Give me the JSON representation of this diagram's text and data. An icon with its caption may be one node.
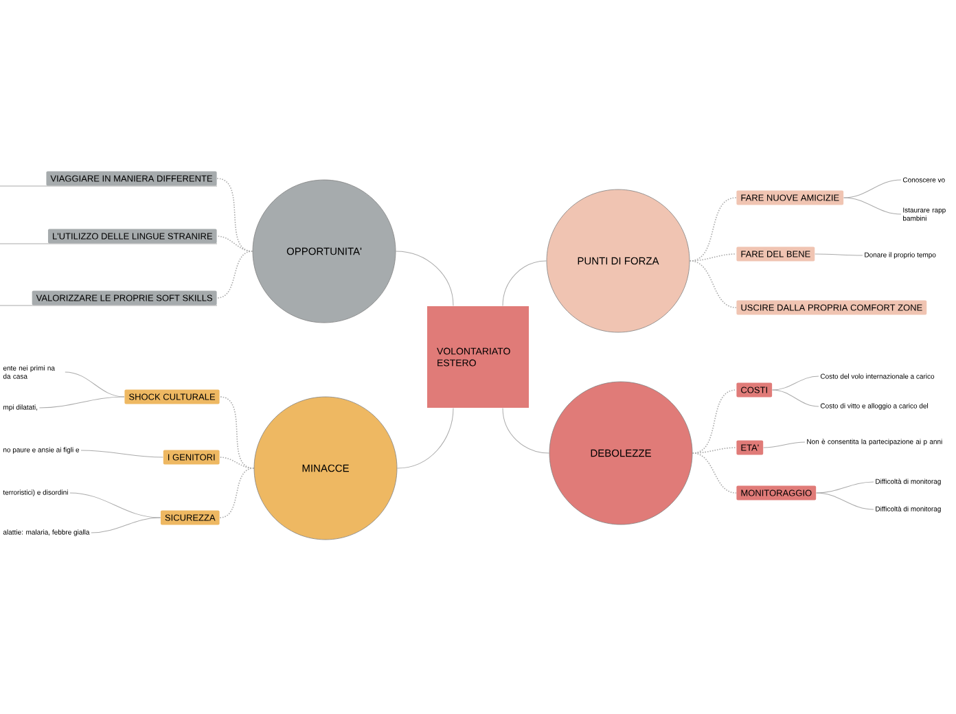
{
  "diagram": {
    "nodes": [
      {
        "text": [
          "VOLONTARIATO ESTERO"
        ]
      },
      {
        "text": [
          "OPPORTUNITA'"
        ]
      },
      {
        "text": [
          "VIAGGIARE IN MANIERA DIFFERENTE"
        ]
      },
      {
        "text": [
          "L'UTILIZZO DELLE LINGUE STRANIRE"
        ]
      },
      {
        "text": [
          "VALORIZZARE LE PROPRIE SOFT SKILLS"
        ]
      },
      {
        "text": [
          "PUNTI DI FORZA"
        ]
      },
      {
        "text": [
          "FARE NUOVE AMICIZIE"
        ]
      },
      {
        "text": [
          "Conoscere vo"
        ]
      },
      {
        "text": [
          "Istaurare rapp bambini"
        ]
      },
      {
        "text": [
          "FARE DEL BENE"
        ]
      },
      {
        "text": [
          "Donare il proprio tempo"
        ]
      },
      {
        "text": [
          "USCIRE DALLA PROPRIA COMFORT ZONE"
        ]
      },
      {
        "text": [
          "MINACCE"
        ]
      },
      {
        "text": [
          "SHOCK CULTURALE"
        ]
      },
      {
        "text": [
          "ente nei primi na da casa"
        ]
      },
      {
        "text": [
          "mpi dilatati,"
        ]
      },
      {
        "text": [
          "I GENITORI"
        ]
      },
      {
        "text": [
          "no paure e ansie ai figli e"
        ]
      },
      {
        "text": [
          "SICUREZZA"
        ]
      },
      {
        "text": [
          "terroristici) e disordini"
        ]
      },
      {
        "text": [
          "alattie: malaria, febbre gialla"
        ]
      },
      {
        "text": [
          "DEBOLEZZE"
        ]
      },
      {
        "text": [
          "COSTI"
        ]
      },
      {
        "text": [
          "Costo del volo internazionale a carico"
        ]
      },
      {
        "text": [
          "Costo di vitto e alloggio a carico del"
        ]
      },
      {
        "text": [
          "ETA'"
        ]
      },
      {
        "text": [
          "Non è consentita la partecipazione ai p anni"
        ]
      },
      {
        "text": [
          "MONITORAGGIO"
        ]
      },
      {
        "text": [
          "Difficoltà di monitorag"
        ]
      },
      {
        "text": [
          "Difficoltà di monitorag"
        ]
      }
    ],
    "edges": [
      {
        "from": 0,
        "to": 1,
        "arrow": "none"
      },
      {
        "from": 0,
        "to": 5,
        "arrow": "none"
      },
      {
        "from": 0,
        "to": 12,
        "arrow": "none"
      },
      {
        "from": 0,
        "to": 21,
        "arrow": "none"
      },
      {
        "from": 1,
        "to": 2,
        "arrow": "none",
        "style": "dashed"
      },
      {
        "from": 1,
        "to": 3,
        "arrow": "none",
        "style": "dashed"
      },
      {
        "from": 1,
        "to": 4,
        "arrow": "none",
        "style": "dashed"
      },
      {
        "from": 5,
        "to": 6,
        "arrow": "none",
        "style": "dashed"
      },
      {
        "from": 5,
        "to": 9,
        "arrow": "none",
        "style": "dashed"
      },
      {
        "from": 5,
        "to": 11,
        "arrow": "none",
        "style": "dashed"
      },
      {
        "from": 6,
        "to": 7,
        "arrow": "none"
      },
      {
        "from": 6,
        "to": 8,
        "arrow": "none"
      },
      {
        "from": 9,
        "to": 10,
        "arrow": "none"
      },
      {
        "from": 12,
        "to": 13,
        "arrow": "none",
        "style": "dashed"
      },
      {
        "from": 12,
        "to": 16,
        "arrow": "none",
        "style": "dashed"
      },
      {
        "from": 12,
        "to": 18,
        "arrow": "none",
        "style": "dashed"
      },
      {
        "from": 13,
        "to": 14,
        "arrow": "none"
      },
      {
        "from": 13,
        "to": 15,
        "arrow": "none"
      },
      {
        "from": 16,
        "to": 17,
        "arrow": "none"
      },
      {
        "from": 18,
        "to": 19,
        "arrow": "none"
      },
      {
        "from": 18,
        "to": 20,
        "arrow": "none"
      },
      {
        "from": 21,
        "to": 22,
        "arrow": "none",
        "style": "dashed"
      },
      {
        "from": 21,
        "to": 25,
        "arrow": "none",
        "style": "dashed"
      },
      {
        "from": 21,
        "to": 27,
        "arrow": "none",
        "style": "dashed"
      },
      {
        "from": 22,
        "to": 23,
        "arrow": "none"
      },
      {
        "from": 22,
        "to": 24,
        "arrow": "none"
      },
      {
        "from": 25,
        "to": 26,
        "arrow": "none"
      },
      {
        "from": 27,
        "to": 28,
        "arrow": "none"
      },
      {
        "from": 27,
        "to": 29,
        "arrow": "none"
      }
    ]
  }
}
